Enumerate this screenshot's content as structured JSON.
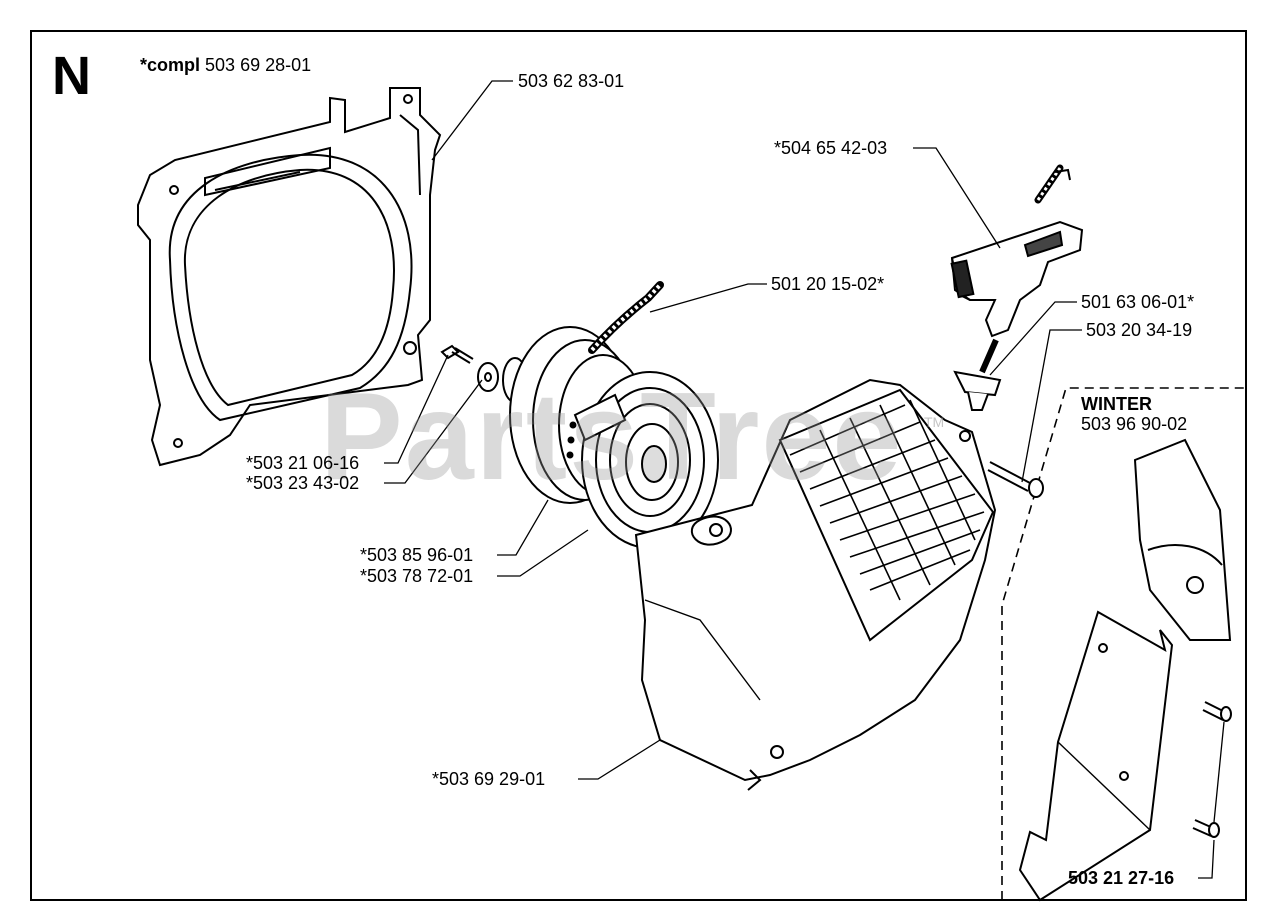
{
  "diagram": {
    "section_letter": "N",
    "assembly": {
      "prefix": "*compl",
      "number": "503 69 28-01"
    },
    "watermark": "PartsTree",
    "watermark_mark": "TM",
    "callouts": {
      "fan_housing": "503 62 83-01",
      "handle": "*504 65 42-03",
      "rope": "501 20 15-02*",
      "rope_guide": "501 63 06-01*",
      "cover_screw": "503 20 34-19",
      "pulley_screw": "*503 21 06-16",
      "washer": "*503 23 43-02",
      "pulley": "*503 85 96-01",
      "spring": "*503 78 72-01",
      "starter_cover": "*503 69 29-01"
    },
    "winter_kit": {
      "title": "WINTER",
      "number": "503 96 90-02",
      "screw": "503 21 27-16"
    }
  }
}
